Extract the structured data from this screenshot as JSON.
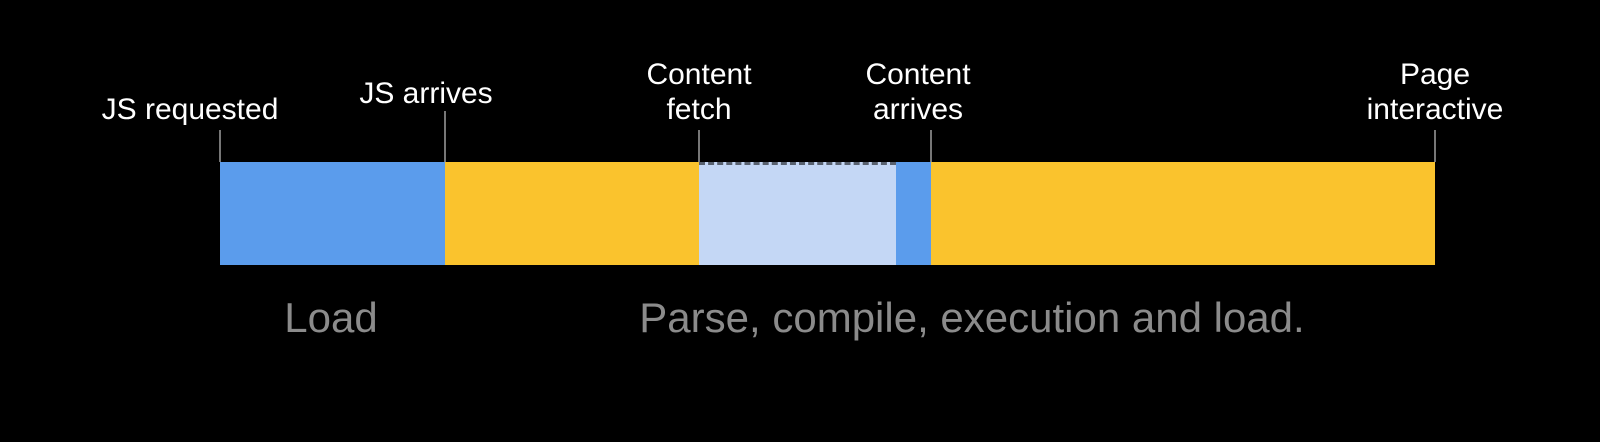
{
  "figure": {
    "background_color": "#000000",
    "milestones": [
      {
        "name": "js-requested",
        "line1": "JS requested",
        "line2": ""
      },
      {
        "name": "js-arrives",
        "line1": "JS arrives",
        "line2": ""
      },
      {
        "name": "content-fetch",
        "line1": "Content",
        "line2": "fetch"
      },
      {
        "name": "content-arrives",
        "line1": "Content",
        "line2": "arrives"
      },
      {
        "name": "page-interactive",
        "line1": "Page",
        "line2": "interactive"
      }
    ],
    "segments": [
      {
        "order": 1,
        "between": "JS requested → JS arrives",
        "color_name": "blue",
        "color": "#5B9CEC"
      },
      {
        "order": 2,
        "between": "JS arrives → Content fetch",
        "color_name": "yellow",
        "color": "#FAC32D"
      },
      {
        "order": 3,
        "between": "Content fetch → Content arrives",
        "color_name": "light-blue",
        "color": "#C4D7F5"
      },
      {
        "order": 4,
        "between": "just before Content arrives",
        "color_name": "blue",
        "color": "#5B9CEC"
      },
      {
        "order": 5,
        "between": "Content arrives → Page interactive",
        "color_name": "yellow",
        "color": "#FAC32D"
      }
    ],
    "captions": {
      "load": "Load",
      "parse": "Parse, compile, execution and load."
    },
    "colors": {
      "label_text": "#FFFFFF",
      "caption_text": "#8B8B8B",
      "tick": "#777777"
    }
  }
}
